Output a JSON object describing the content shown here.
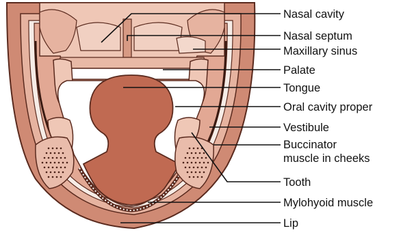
{
  "diagram": {
    "labels": {
      "nasal_cavity": "Nasal cavity",
      "nasal_septum": "Nasal septum",
      "maxillary_sinus": "Maxillary sinus",
      "palate": "Palate",
      "tongue": "Tongue",
      "oral_cavity_proper": "Oral cavity proper",
      "vestibule": "Vestibule",
      "buccinator_line1": "Buccinator",
      "buccinator_line2": "muscle in cheeks",
      "tooth": "Tooth",
      "mylohyoid_muscle": "Mylohyoid muscle",
      "lip": "Lip"
    },
    "colors": {
      "outer_lip": "#cf8a74",
      "cheek_band": "#e6b3a0",
      "vestibule_space": "#f6ece6",
      "oral_cavity": "#ffffff",
      "tongue": "#c06a52",
      "tooth": "#efc7b6",
      "bone": "#e8b9a6",
      "buccinator": "#e9bcab",
      "outline": "#5a2a1e",
      "leader": "#111111"
    }
  }
}
